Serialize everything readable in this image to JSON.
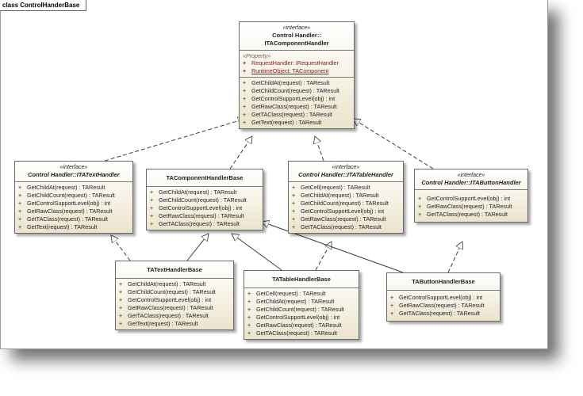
{
  "diagram_title": "class ControlHanderBase",
  "classes": {
    "ita_component": {
      "stereotype": "«interface»",
      "name_line1": "Control Handler::",
      "name_line2": "ITAComponentHandler",
      "property_stereotype": "«Property»",
      "properties": [
        {
          "vis": "+",
          "text": "RequestHandler:  IRequestHandler"
        },
        {
          "vis": "+",
          "text": "RuntimeObject:  TAComponent"
        }
      ],
      "operations": [
        {
          "vis": "+",
          "text": "GetChildAt(request) : TAResult"
        },
        {
          "vis": "+",
          "text": "GetChildCount(request) : TAResult"
        },
        {
          "vis": "+",
          "text": "GetControlSupportLevel(obj) : int"
        },
        {
          "vis": "+",
          "text": "GetRawClass(request) : TAResult"
        },
        {
          "vis": "+",
          "text": "GetTAClass(request) : TAResult"
        },
        {
          "vis": "+",
          "text": "GetText(request) : TAResult"
        }
      ]
    },
    "ita_text": {
      "stereotype": "«interface»",
      "name": "Control Handler::ITATextHandler",
      "operations": [
        {
          "vis": "+",
          "text": "GetChildAt(request) : TAResult"
        },
        {
          "vis": "+",
          "text": "GetChildCount(request) : TAResult"
        },
        {
          "vis": "+",
          "text": "GetControlSupportLevel(obj) : int"
        },
        {
          "vis": "+",
          "text": "GetRawClass(request) : TAResult"
        },
        {
          "vis": "+",
          "text": "GetTAClass(request) : TAResult"
        },
        {
          "vis": "+",
          "text": "GetText(request) : TAResult"
        }
      ]
    },
    "ta_component_base": {
      "name": "TAComponentHandlerBase",
      "operations": [
        {
          "vis": "+",
          "text": "GetChildAt(request) : TAResult"
        },
        {
          "vis": "+",
          "text": "GetChildCount(request) : TAResult"
        },
        {
          "vis": "+",
          "text": "GetControlSupportLevel(obj) : int"
        },
        {
          "vis": "+",
          "text": "GetRawClass(request) : TAResult"
        },
        {
          "vis": "+",
          "text": "GetTAClass(request) : TAResult"
        }
      ]
    },
    "ita_table": {
      "stereotype": "«interface»",
      "name": "Control Handler::ITATableHandler",
      "operations": [
        {
          "vis": "+",
          "text": "GetCell(request) : TAResult"
        },
        {
          "vis": "+",
          "text": "GetChildAt(request) : TAResult"
        },
        {
          "vis": "+",
          "text": "GetChildCount(request) : TAResult"
        },
        {
          "vis": "+",
          "text": "GetControlSupportLevel(obj) : int"
        },
        {
          "vis": "+",
          "text": "GetRawClass(request) : TAResult"
        },
        {
          "vis": "+",
          "text": "GetTAClass(request) : TAResult"
        }
      ]
    },
    "ita_button": {
      "stereotype": "«interface»",
      "name": "Control Handler::ITAButtonHandler",
      "operations": [
        {
          "vis": "+",
          "text": "GetControlSupportLevel(obj) : int"
        },
        {
          "vis": "+",
          "text": "GetRawClass(request) : TAResult"
        },
        {
          "vis": "+",
          "text": "GetTAClass(request) : TAResult"
        }
      ]
    },
    "ta_text_base": {
      "name": "TATextHandlerBase",
      "operations": [
        {
          "vis": "+",
          "text": "GetChildAt(request) : TAResult"
        },
        {
          "vis": "+",
          "text": "GetChildCount(request) : TAResult"
        },
        {
          "vis": "+",
          "text": "GetControlSupportLevel(obj) : int"
        },
        {
          "vis": "+",
          "text": "GetRawClass(request) : TAResult"
        },
        {
          "vis": "+",
          "text": "GetTAClass(request) : TAResult"
        },
        {
          "vis": "+",
          "text": "GetText(request) : TAResult"
        }
      ]
    },
    "ta_table_base": {
      "name": "TATableHandlerBase",
      "operations": [
        {
          "vis": "+",
          "text": "GetCell(request) : TAResult"
        },
        {
          "vis": "+",
          "text": "GetChildAt(request) : TAResult"
        },
        {
          "vis": "+",
          "text": "GetChildCount(request) : TAResult"
        },
        {
          "vis": "+",
          "text": "GetControlSupportLevel(obj) : int"
        },
        {
          "vis": "+",
          "text": "GetRawClass(request) : TAResult"
        },
        {
          "vis": "+",
          "text": "GetTAClass(request) : TAResult"
        }
      ]
    },
    "ta_button_base": {
      "name": "TAButtonHandlerBase",
      "operations": [
        {
          "vis": "+",
          "text": "GetControlSupportLevel(obj) : int"
        },
        {
          "vis": "+",
          "text": "GetRawClass(request) : TAResult"
        },
        {
          "vis": "+",
          "text": "GetTAClass(request) : TAResult"
        }
      ]
    }
  },
  "relations": [
    {
      "from": "ita_text",
      "to": "ita_component",
      "kind": "generalization"
    },
    {
      "from": "ta_component_base",
      "to": "ita_component",
      "kind": "realization"
    },
    {
      "from": "ita_table",
      "to": "ita_component",
      "kind": "generalization"
    },
    {
      "from": "ita_button",
      "to": "ita_component",
      "kind": "generalization"
    },
    {
      "from": "ta_text_base",
      "to": "ta_component_base",
      "kind": "inheritance"
    },
    {
      "from": "ta_text_base",
      "to": "ita_text",
      "kind": "realization"
    },
    {
      "from": "ta_table_base",
      "to": "ta_component_base",
      "kind": "inheritance"
    },
    {
      "from": "ta_table_base",
      "to": "ita_table",
      "kind": "realization"
    },
    {
      "from": "ta_button_base",
      "to": "ta_component_base",
      "kind": "inheritance"
    },
    {
      "from": "ta_button_base",
      "to": "ita_button",
      "kind": "realization"
    }
  ]
}
